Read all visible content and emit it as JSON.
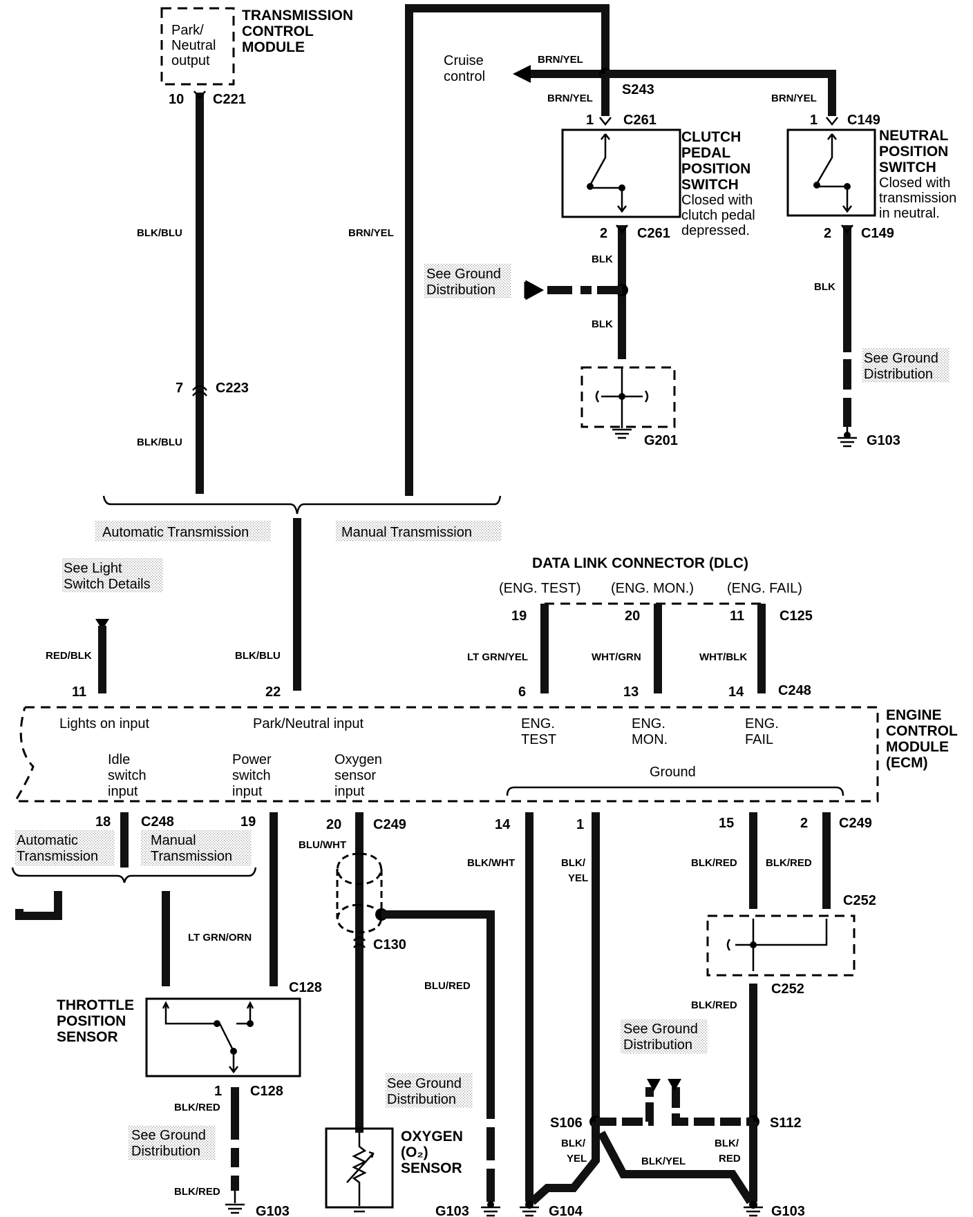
{
  "components": {
    "tcm": {
      "title_lines": [
        "TRANSMISSION",
        "CONTROL",
        "MODULE"
      ],
      "output_lines": [
        "Park/",
        "Neutral",
        "output"
      ]
    },
    "cruise_control": [
      "Cruise",
      "control"
    ],
    "clutch_switch": {
      "title_lines": [
        "CLUTCH",
        "PEDAL",
        "POSITION",
        "SWITCH"
      ],
      "note_lines": [
        "Closed with",
        "clutch pedal",
        "depressed."
      ]
    },
    "neutral_switch": {
      "title_lines": [
        "NEUTRAL",
        "POSITION",
        "SWITCH"
      ],
      "note_lines": [
        "Closed with",
        "transmission",
        "in neutral."
      ]
    },
    "dlc": {
      "title": "DATA LINK CONNECTOR (DLC)",
      "pins": [
        "(ENG. TEST)",
        "(ENG. MON.)",
        "(ENG. FAIL)"
      ]
    },
    "ecm": {
      "title_lines": [
        "ENGINE",
        "CONTROL",
        "MODULE",
        "(ECM)"
      ],
      "lights_on": "Lights on input",
      "park_neutral": "Park/Neutral input",
      "eng_test": [
        "ENG.",
        "TEST"
      ],
      "eng_mon": [
        "ENG.",
        "MON."
      ],
      "eng_fail": [
        "ENG.",
        "FAIL"
      ],
      "idle_switch": [
        "Idle",
        "switch",
        "input"
      ],
      "power_switch": [
        "Power",
        "switch",
        "input"
      ],
      "oxygen_sensor": [
        "Oxygen",
        "sensor",
        "input"
      ],
      "ground": "Ground"
    },
    "tps": {
      "title_lines": [
        "THROTTLE",
        "POSITION",
        "SENSOR"
      ]
    },
    "o2": {
      "title_lines": [
        "OXYGEN",
        "(O₂)",
        "SENSOR"
      ]
    }
  },
  "shaded_labels": {
    "auto_trans": "Automatic Transmission",
    "manual_trans": "Manual Transmission",
    "auto_trans_2": [
      "Automatic",
      "Transmission"
    ],
    "manual_trans_2": [
      "Manual",
      "Transmission"
    ],
    "light_switch": [
      "See Light",
      "Switch Details"
    ],
    "ground_dist": [
      "See Ground",
      "Distribution"
    ]
  },
  "wire_colors": {
    "blk_blu": "BLK/BLU",
    "brn_yel": "BRN/YEL",
    "blk": "BLK",
    "red_blk": "RED/BLK",
    "lt_grn_yel": "LT GRN/YEL",
    "wht_grn": "WHT/GRN",
    "wht_blk": "WHT/BLK",
    "blu_wht": "BLU/WHT",
    "blk_wht": "BLK/WHT",
    "blk_yel_split": [
      "BLK/",
      "YEL"
    ],
    "blk_red": "BLK/RED",
    "blk_red_split": [
      "BLK/",
      "RED"
    ],
    "blk_yel": "BLK/YEL",
    "lt_grn_orn": "LT GRN/ORN",
    "blu_red": "BLU/RED"
  },
  "connectors": {
    "c221": "C221",
    "c223": "C223",
    "s243": "S243",
    "c261": "C261",
    "c149": "C149",
    "g201": "G201",
    "g103": "G103",
    "g104": "G104",
    "c125": "C125",
    "c248": "C248",
    "c249": "C249",
    "c252": "C252",
    "c128": "C128",
    "c130": "C130",
    "s106": "S106",
    "s112": "S112"
  },
  "pins": {
    "p10": "10",
    "p7": "7",
    "p1": "1",
    "p2": "2",
    "p19": "19",
    "p20": "20",
    "p11": "11",
    "p6": "6",
    "p13": "13",
    "p14": "14",
    "p22": "22",
    "p18": "18",
    "p15": "15"
  }
}
